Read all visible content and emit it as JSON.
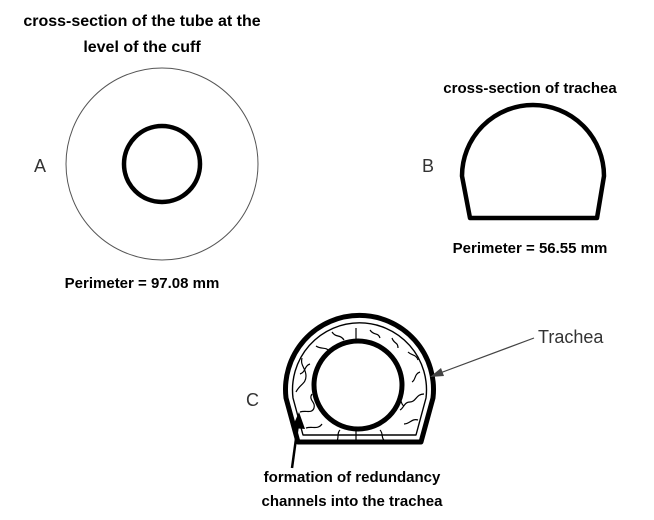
{
  "panelA": {
    "title_line1": "cross-section of the tube at the",
    "title_line2": "level of the cuff",
    "letter": "A",
    "perimeter": "Perimeter = 97.08 mm"
  },
  "panelB": {
    "title": "cross-section of trachea",
    "letter": "B",
    "perimeter": "Perimeter = 56.55 mm"
  },
  "panelC": {
    "letter": "C",
    "trachea_label": "Trachea",
    "caption_line1": "formation of redundancy",
    "caption_line2": "channels into the trachea"
  }
}
